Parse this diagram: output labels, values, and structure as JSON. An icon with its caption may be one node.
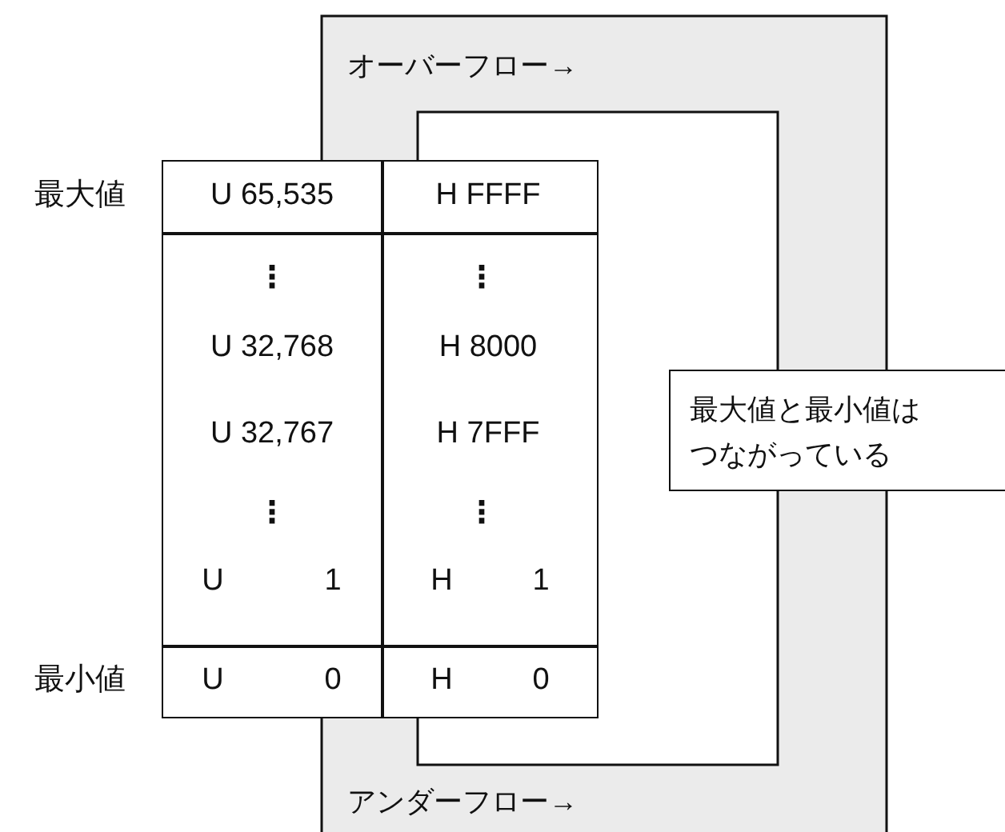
{
  "diagram": {
    "nodes": [
      {
        "text": [
          "オーバーフロー→",
          "アンダーフロー→"
        ]
      },
      {
        "text": [
          "最大値と最小値はつながっている"
        ]
      }
    ],
    "labels": [
      "最大値",
      "U 65,535",
      "H FFFF",
      "⋮",
      "⋮",
      "U 32,768",
      "H 8000",
      "U 32,767",
      "H 7FFF",
      "⋮",
      "⋮",
      "U",
      "1",
      "H",
      "1",
      "最小値",
      "U",
      "0",
      "H",
      "0"
    ]
  }
}
